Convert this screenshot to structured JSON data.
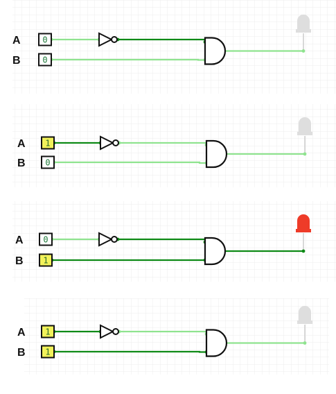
{
  "colors": {
    "wire_on": "#0e8a16",
    "wire_off": "#8fe38f",
    "switch_on_fill": "#f2f25a",
    "switch_off_fill": "#ffffff",
    "led_off": "#dedede",
    "led_on": "#ee3b28",
    "grid": "#ececec"
  },
  "panels": [
    {
      "inputs": [
        {
          "label": "A",
          "value": "0"
        },
        {
          "label": "B",
          "value": "0"
        }
      ],
      "led": "off"
    },
    {
      "inputs": [
        {
          "label": "A",
          "value": "1"
        },
        {
          "label": "B",
          "value": "0"
        }
      ],
      "led": "off"
    },
    {
      "inputs": [
        {
          "label": "A",
          "value": "0"
        },
        {
          "label": "B",
          "value": "1"
        }
      ],
      "led": "on"
    },
    {
      "inputs": [
        {
          "label": "A",
          "value": "1"
        },
        {
          "label": "B",
          "value": "1"
        }
      ],
      "led": "off"
    }
  ]
}
